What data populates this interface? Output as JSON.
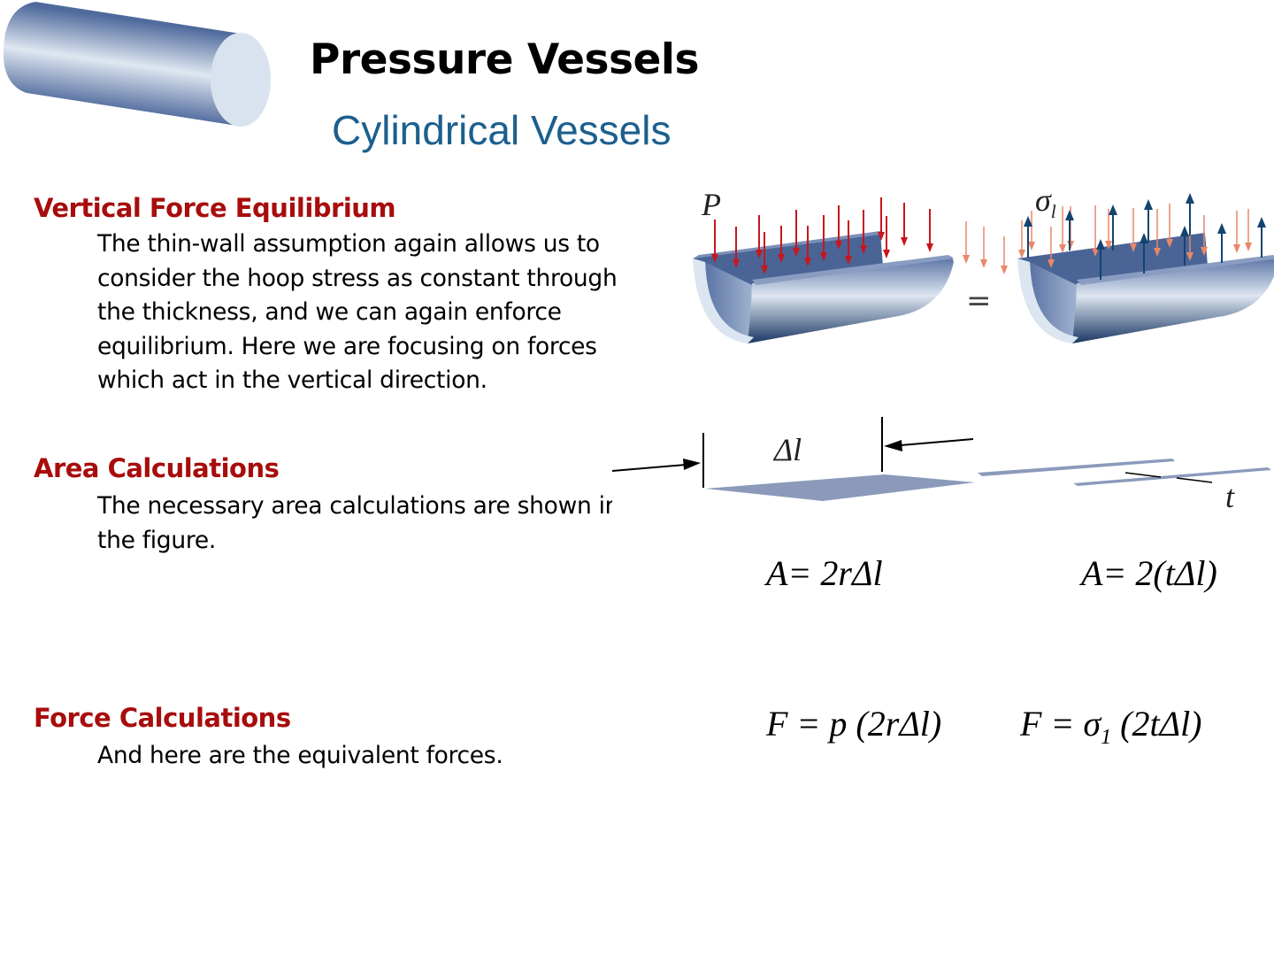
{
  "header": {
    "title": "Pressure Vessels",
    "subtitle": "Cylindrical Vessels"
  },
  "sections": [
    {
      "heading": "Vertical Force Equilibrium",
      "lines": [
        "The thin-wall assumption again allows us to",
        "consider the hoop stress as constant through",
        "the thickness, and we can again enforce",
        "equilibrium. Here we are focusing on forces",
        "which act in the vertical direction."
      ]
    },
    {
      "heading": "Area Calculations",
      "lines": [
        "The necessary area calculations are shown in",
        "the figure."
      ]
    },
    {
      "heading": "Force Calculations",
      "lines": [
        "And here are the equivalent forces."
      ]
    }
  ],
  "figure": {
    "pressure_label": "P",
    "stress_label_symbol": "σ",
    "stress_label_sub": "l",
    "equals": "=",
    "delta_l_label": "Δl",
    "thickness_label": "t"
  },
  "equations": {
    "area_left": "A= 2rΔl",
    "area_right": "A= 2(tΔl)",
    "force_left": "F = p (2rΔl)",
    "force_right_prefix": "F = σ",
    "force_right_sub": "1",
    "force_right_suffix": " (2tΔl)"
  },
  "colors": {
    "heading": "#a80c0c",
    "subtitle": "#1c5f8e",
    "pressure_arrow": "#c8161d",
    "stress_arrow": "#15436e",
    "stress_arrow_light": "#e8876a"
  }
}
